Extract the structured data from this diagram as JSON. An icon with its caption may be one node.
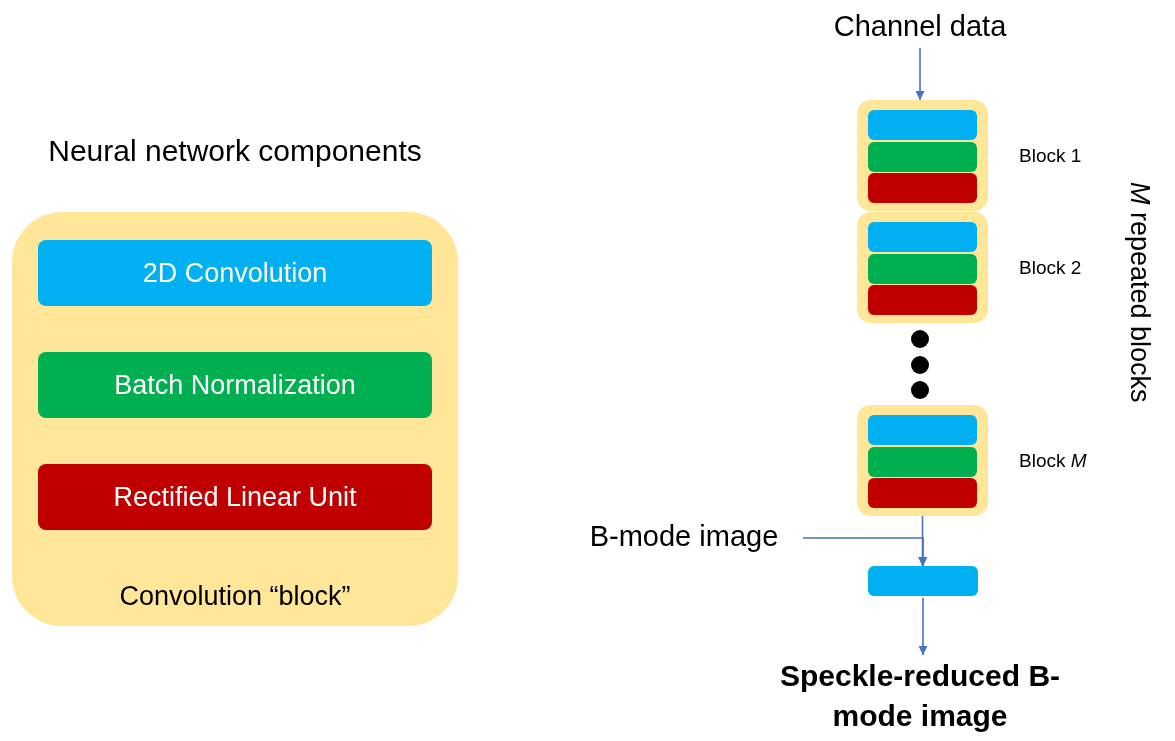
{
  "diagram": {
    "nodes": [
      {
        "text": [
          "Neural network components",
          "Convolution “block”"
        ]
      },
      {
        "text": [
          "2D Convolution"
        ],
        "in": 0
      },
      {
        "text": [
          "Batch Normalization"
        ],
        "in": 0
      },
      {
        "text": [
          "Rectified Linear Unit"
        ],
        "in": 0
      },
      {
        "text": [
          "Channel data"
        ]
      },
      {
        "text": [],
        "shape": "box",
        "beside": [
          "Block 1"
        ]
      },
      {
        "text": [],
        "shape": "bar",
        "in": 5
      },
      {
        "text": [],
        "shape": "bar",
        "in": 5
      },
      {
        "text": [],
        "shape": "bar",
        "in": 5
      },
      {
        "text": [],
        "shape": "box",
        "beside": [
          "Block 2"
        ]
      },
      {
        "text": [],
        "shape": "bar",
        "in": 9
      },
      {
        "text": [],
        "shape": "bar",
        "in": 9
      },
      {
        "text": [],
        "shape": "bar",
        "in": 9
      },
      {
        "text": [],
        "shape": "box",
        "beside": [
          "Block *M*"
        ]
      },
      {
        "text": [],
        "shape": "bar",
        "in": 13
      },
      {
        "text": [],
        "shape": "bar",
        "in": 13
      },
      {
        "text": [],
        "shape": "bar",
        "in": 13
      },
      {
        "text": [
          "B-mode image"
        ]
      },
      {
        "text": [],
        "shape": "bar"
      },
      {
        "text": [
          "Speckle-reduced B-mode image"
        ]
      }
    ],
    "edges": [
      {
        "from": 4,
        "to": 5,
        "arrow": "to"
      },
      {
        "from": 13,
        "to": 18,
        "arrow": "to"
      },
      {
        "from": 17,
        "to": 18,
        "arrow": "to"
      },
      {
        "from": 18,
        "to": 19,
        "arrow": "to"
      }
    ],
    "labels": [
      "*M* repeated blocks"
    ]
  }
}
